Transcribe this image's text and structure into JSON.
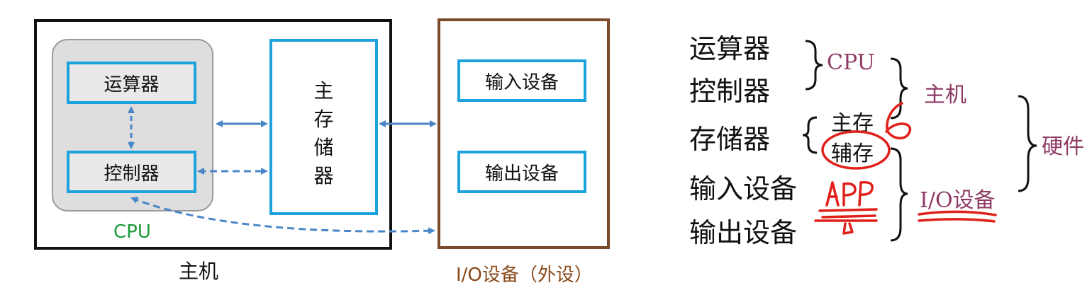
{
  "left_diagram": {
    "cpu_label": "CPU",
    "alu_label": "运算器",
    "control_label": "控制器",
    "memory_chars": [
      "主",
      "存",
      "储",
      "器"
    ],
    "input_label": "输入设备",
    "output_label": "输出设备",
    "host_label": "主机",
    "io_label": "I/O设备（外设）"
  },
  "right_notes": {
    "components": [
      "运算器",
      "控制器",
      "存储器",
      "输入设备",
      "输出设备"
    ],
    "cpu_group": "CPU",
    "memory_parts": [
      "主存",
      "辅存"
    ],
    "host_group": "主机",
    "io_group": "I/O设备",
    "hardware_group": "硬件",
    "handwritten_annotation": "APP"
  },
  "colors": {
    "box_border": "#1ca3dd",
    "arrow": "#4a86c8",
    "host_border": "#111111",
    "io_border": "#7b4a2a",
    "cpu_text": "#1a9a3a",
    "io_text": "#8a4a1a",
    "category_text": "#8e3a64",
    "handwriting": "#e0201a"
  }
}
